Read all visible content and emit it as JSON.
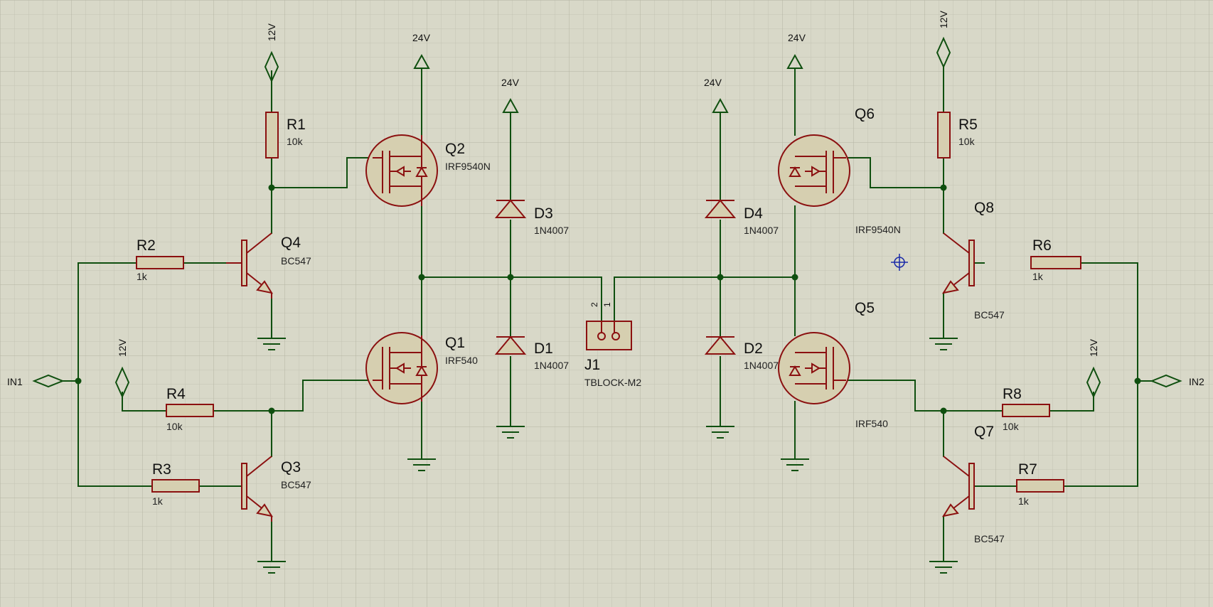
{
  "canvas": {
    "background": "#d8d8c8",
    "grid_color": "#c0c0b0",
    "wire_color": "#0f4f0f",
    "component_color": "#8b1010",
    "fill_color": "#d6cfb0"
  },
  "components": {
    "R1": {
      "ref": "R1",
      "value": "10k"
    },
    "R2": {
      "ref": "R2",
      "value": "1k"
    },
    "R3": {
      "ref": "R3",
      "value": "1k"
    },
    "R4": {
      "ref": "R4",
      "value": "10k"
    },
    "R5": {
      "ref": "R5",
      "value": "10k"
    },
    "R6": {
      "ref": "R6",
      "value": "1k"
    },
    "R7": {
      "ref": "R7",
      "value": "1k"
    },
    "R8": {
      "ref": "R8",
      "value": "10k"
    },
    "Q1": {
      "ref": "Q1",
      "value": "IRF540"
    },
    "Q2": {
      "ref": "Q2",
      "value": "IRF9540N"
    },
    "Q3": {
      "ref": "Q3",
      "value": "BC547"
    },
    "Q4": {
      "ref": "Q4",
      "value": "BC547"
    },
    "Q5": {
      "ref": "Q5",
      "value": "IRF540"
    },
    "Q6": {
      "ref": "Q6",
      "value": "IRF9540N"
    },
    "Q7": {
      "ref": "Q7",
      "value": "BC547"
    },
    "Q8": {
      "ref": "Q8",
      "value": "BC547"
    },
    "D1": {
      "ref": "D1",
      "value": "1N4007"
    },
    "D2": {
      "ref": "D2",
      "value": "1N4007"
    },
    "D3": {
      "ref": "D3",
      "value": "1N4007"
    },
    "D4": {
      "ref": "D4",
      "value": "1N4007"
    },
    "J1": {
      "ref": "J1",
      "value": "TBLOCK-M2",
      "pin1": "1",
      "pin2": "2"
    }
  },
  "power": {
    "v12": "12V",
    "v24": "24V"
  },
  "terminals": {
    "in1": "IN1",
    "in2": "IN2"
  }
}
